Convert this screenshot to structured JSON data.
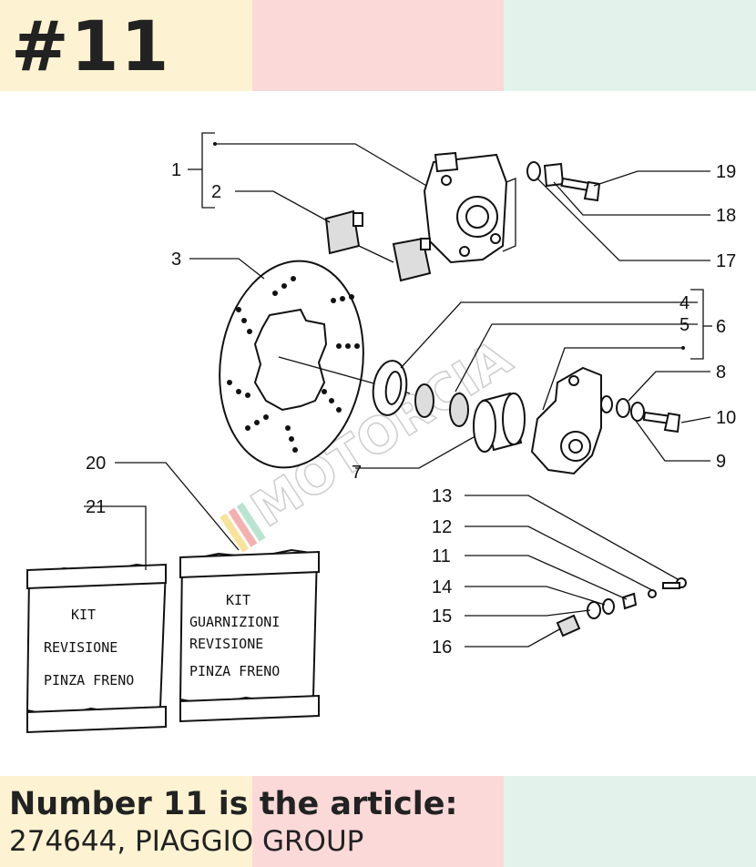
{
  "header": {
    "title": "#11",
    "stripe_colors": [
      "#fdf3d2",
      "#fbd9d9",
      "#e3f3ec"
    ]
  },
  "diagram": {
    "callouts": [
      "1",
      "2",
      "3",
      "4",
      "5",
      "6",
      "7",
      "8",
      "9",
      "10",
      "11",
      "12",
      "13",
      "14",
      "15",
      "16",
      "17",
      "18",
      "19",
      "20",
      "21"
    ],
    "watermark": "MOTORCIA",
    "kit_bag_left": [
      "KIT",
      "REVISIONE",
      "PINZA FRENO"
    ],
    "kit_bag_right": [
      "KIT",
      "GUARNIZIONI",
      "REVISIONE",
      "PINZA FRENO"
    ]
  },
  "footer": {
    "line1": "Number 11 is the article:",
    "line2": "274644, PIAGGIO GROUP",
    "stripe_colors": [
      "#fdf3d2",
      "#fbd9d9",
      "#e3f3ec"
    ]
  }
}
